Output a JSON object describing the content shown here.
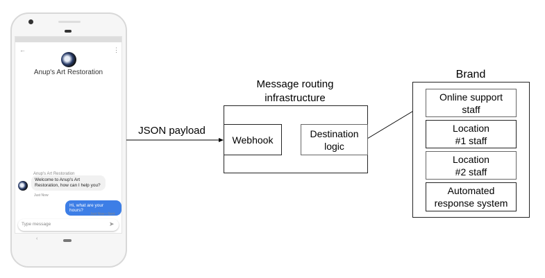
{
  "phone": {
    "contact_name": "Anup's Art Restoration",
    "sender_label": "Anup's Art Restoration",
    "incoming_message": "Welcome to Anup's Art Restoration, how can I help you?",
    "incoming_time": "Just Now",
    "outgoing_message": "Hi, what are your hours?",
    "outgoing_status": "Just Now • Sent",
    "input_placeholder": "Type message",
    "accent_color": "#3d7ee6"
  },
  "diagram": {
    "edge_label": "JSON payload",
    "infrastructure_title": "Message routing infrastructure",
    "webhook": "Webhook",
    "destination_logic": "Destination logic",
    "brand_title": "Brand",
    "brand_items": [
      "Online support staff",
      "Location #1 staff",
      "Location #2 staff",
      "Automated response system"
    ]
  }
}
